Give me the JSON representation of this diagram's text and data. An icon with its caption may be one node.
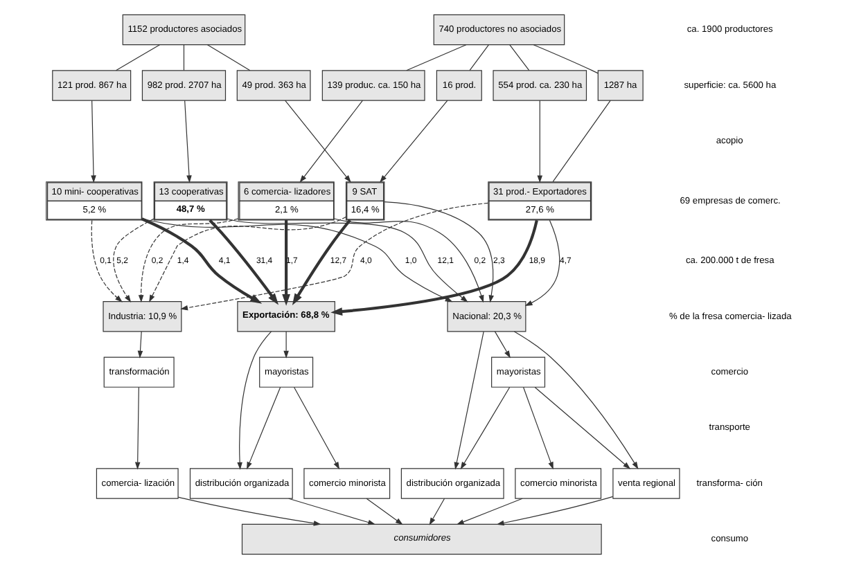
{
  "diagram": {
    "nodes": [
      {
        "text": [
          "1152 productores asociados"
        ]
      },
      {
        "text": [
          "740 productores no asociados"
        ]
      },
      {
        "text": [
          "982 prod. 2707 ha"
        ]
      },
      {
        "text": [
          "121 prod. 867 ha"
        ]
      },
      {
        "text": [
          "49 prod. 363 ha"
        ]
      },
      {
        "text": [
          "16 prod."
        ]
      },
      {
        "text": [
          "1287 ha"
        ]
      },
      {
        "text": [
          "554 prod. ca. 230 ha"
        ]
      },
      {
        "text": [
          "139 produc. ca. 150 ha"
        ]
      },
      {
        "text": [
          "13 cooperativas",
          "48,7 %"
        ]
      },
      {
        "text": [
          "10 mini- cooperativas",
          "5,2 %"
        ]
      },
      {
        "text": [
          "9 SAT",
          "16,4 %"
        ]
      },
      {
        "text": [
          "31 prod.- Exportadores",
          "27,6 %"
        ]
      },
      {
        "text": [
          "6 comercia- lizadores",
          "2,1 %"
        ]
      },
      {
        "text": [
          "Exportación: 68,8 %"
        ]
      },
      {
        "text": [
          "Nacional: 20,3 %"
        ]
      },
      {
        "text": [
          "Industria: 10,9 %"
        ]
      },
      {
        "text": [
          "mayoristas"
        ]
      },
      {
        "text": [
          "distribución organizada"
        ]
      },
      {
        "text": [
          "comercio minorista"
        ]
      },
      {
        "text": [
          "mayoristas"
        ]
      },
      {
        "text": [
          "distribución organizada"
        ]
      },
      {
        "text": [
          "comercio minorista"
        ]
      },
      {
        "text": [
          "venta regional"
        ]
      },
      {
        "text": [
          "transformación"
        ]
      },
      {
        "text": [
          "comercia- lización"
        ]
      },
      {
        "text": [
          "consumidores"
        ]
      }
    ],
    "edges": [
      {
        "from": 0,
        "to": 2,
        "arrow": "none"
      },
      {
        "from": 0,
        "to": 3,
        "arrow": "none"
      },
      {
        "from": 0,
        "to": 4,
        "arrow": "none"
      },
      {
        "from": 1,
        "to": 5,
        "arrow": "none"
      },
      {
        "from": 1,
        "to": 6,
        "arrow": "none"
      },
      {
        "from": 1,
        "to": 7,
        "arrow": "none"
      },
      {
        "from": 1,
        "to": 8,
        "arrow": "none"
      },
      {
        "from": 2,
        "to": 9,
        "arrow": "to"
      },
      {
        "from": 3,
        "to": 10,
        "arrow": "to"
      },
      {
        "from": 4,
        "to": 11,
        "arrow": "to"
      },
      {
        "from": 5,
        "to": 11,
        "arrow": "to"
      },
      {
        "from": 6,
        "to": 12,
        "arrow": "none"
      },
      {
        "from": 7,
        "to": 12,
        "arrow": "to"
      },
      {
        "from": 8,
        "to": 13,
        "arrow": "to"
      },
      {
        "from": 9,
        "to": 14,
        "arrow": "to",
        "label": "31,4",
        "style": "thick"
      },
      {
        "from": 9,
        "to": 15,
        "arrow": "to",
        "label": "12,1"
      },
      {
        "from": 9,
        "to": 16,
        "arrow": "to",
        "label": "5,2",
        "style": "dashed"
      },
      {
        "from": 10,
        "to": 14,
        "arrow": "to",
        "label": "4,1",
        "style": "thick"
      },
      {
        "from": 10,
        "to": 15,
        "arrow": "to",
        "label": "1,0"
      },
      {
        "from": 10,
        "to": 16,
        "arrow": "to",
        "label": "0,1",
        "style": "dashed"
      },
      {
        "from": 11,
        "to": 14,
        "arrow": "to",
        "label": "12,7",
        "style": "thick"
      },
      {
        "from": 11,
        "to": 15,
        "arrow": "to",
        "label": "2,3"
      },
      {
        "from": 11,
        "to": 16,
        "arrow": "to",
        "label": "1,4",
        "style": "dashed"
      },
      {
        "from": 12,
        "to": 14,
        "arrow": "to",
        "label": "18,9",
        "style": "thick"
      },
      {
        "from": 12,
        "to": 15,
        "arrow": "to",
        "label": "4,7"
      },
      {
        "from": 12,
        "to": 16,
        "arrow": "to",
        "label": "4,0",
        "style": "dashed"
      },
      {
        "from": 13,
        "to": 14,
        "arrow": "to",
        "label": "1,7",
        "style": "thick"
      },
      {
        "from": 13,
        "to": 15,
        "arrow": "to",
        "label": "0,2"
      },
      {
        "from": 13,
        "to": 16,
        "arrow": "to",
        "label": "0,2",
        "style": "dashed"
      },
      {
        "from": 14,
        "to": 17,
        "arrow": "to"
      },
      {
        "from": 14,
        "to": 18,
        "arrow": "to"
      },
      {
        "from": 17,
        "to": 18,
        "arrow": "to"
      },
      {
        "from": 17,
        "to": 19,
        "arrow": "to"
      },
      {
        "from": 15,
        "to": 20,
        "arrow": "to"
      },
      {
        "from": 15,
        "to": 21,
        "arrow": "to"
      },
      {
        "from": 15,
        "to": 23,
        "arrow": "to"
      },
      {
        "from": 20,
        "to": 21,
        "arrow": "to"
      },
      {
        "from": 20,
        "to": 22,
        "arrow": "to"
      },
      {
        "from": 20,
        "to": 23,
        "arrow": "to"
      },
      {
        "from": 16,
        "to": 24,
        "arrow": "to"
      },
      {
        "from": 24,
        "to": 25,
        "arrow": "to"
      },
      {
        "from": 18,
        "to": 26,
        "arrow": "to"
      },
      {
        "from": 19,
        "to": 26,
        "arrow": "to"
      },
      {
        "from": 21,
        "to": 26,
        "arrow": "to"
      },
      {
        "from": 22,
        "to": 26,
        "arrow": "to"
      },
      {
        "from": 23,
        "to": 26,
        "arrow": "to"
      },
      {
        "from": 25,
        "to": 26,
        "arrow": "to"
      }
    ],
    "labels": [
      "ca. 1900 productores",
      "superficie: ca. 5600 ha",
      "acopio",
      "69 empresas de comerc.",
      "ca. 200.000 t de fresa",
      "% de la fresa comercia- lizada",
      "comercio",
      "transporte",
      "transforma- ción",
      "consumo"
    ]
  }
}
